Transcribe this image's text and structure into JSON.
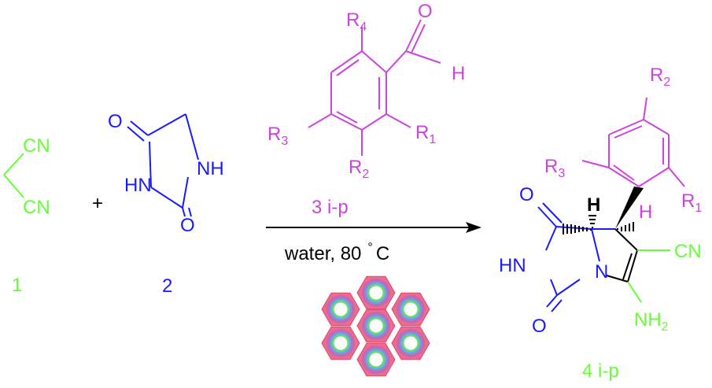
{
  "colors": {
    "malononitrile": "#66ff33",
    "hydantoin": "#1a1aff",
    "aldehyde": "#cc44dd",
    "black": "#000000",
    "catalyst_outer": "#f06a8c",
    "catalyst_ring2": "#c06ab0",
    "catalyst_ring3": "#a07ed8",
    "catalyst_ring4": "#5ab4e0",
    "catalyst_ring5": "#70d870"
  },
  "compound1": {
    "top": "CN",
    "bottom": "CN",
    "number": "1"
  },
  "plus": "+",
  "compound2": {
    "o_top": "O",
    "nh_right": "NH",
    "hn_left": "HN",
    "o_bottom": "O",
    "number": "2"
  },
  "compound3": {
    "r4": "R",
    "r4_sub": "4",
    "o": "O",
    "h": "H",
    "r3": "R",
    "r3_sub": "3",
    "r1": "R",
    "r1_sub": "1",
    "r2": "R",
    "r2_sub": "2",
    "label": "3 i-p"
  },
  "conditions": {
    "text": "water, 80",
    "deg": "°",
    "unit": "C",
    "catalyst_icon": "hexagonal-nanotube-catalyst-icon"
  },
  "product": {
    "r2": "R",
    "r2_sub": "2",
    "r3": "R",
    "r3_sub": "3",
    "r1": "R",
    "r1_sub": "1",
    "o_top": "O",
    "h1": "H",
    "h2": "H",
    "hn": "HN",
    "n": "N",
    "cn": "CN",
    "o_bottom": "O",
    "nh2": "NH",
    "nh2_sub": "2",
    "label": "4 i-p"
  }
}
